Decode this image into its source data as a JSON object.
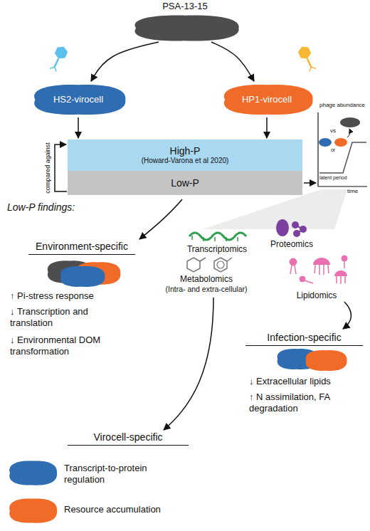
{
  "diagram": {
    "nodes": [
      {
        "text": [
          "PSA-13-15"
        ]
      },
      {
        "text": [
          "HS2-virocell"
        ]
      },
      {
        "text": [
          "HP1-virocell"
        ]
      },
      {
        "text": [
          "High-P",
          "(Howard-Varona et al 2020)"
        ]
      },
      {
        "text": [
          "Low-P"
        ]
      }
    ],
    "edges": [
      {
        "from": 0,
        "to": 1,
        "arrow": "to"
      },
      {
        "from": 0,
        "to": 2,
        "arrow": "to"
      },
      {
        "from": 1,
        "to": 3,
        "arrow": "to"
      },
      {
        "from": 2,
        "to": 3,
        "arrow": "to"
      },
      {
        "from": 4,
        "to": 3,
        "label": "compared against",
        "arrow": "to"
      }
    ],
    "labels": [
      "Low-P findings:",
      "Environment-specific",
      "↑ Pi-stress response",
      "↓ Transcription and translation",
      "↓ Environmental DOM transformation",
      "Transcriptomics",
      "Proteomics",
      "Metabolomics",
      "(Intra- and extra-cellular)",
      "Lipidomics",
      "Infection-specific",
      "↓ Extracellular lipids",
      "↑ N assimilation, FA degradation",
      "Virocell-specific",
      "Transcript-to-protein regulation",
      "Resource accumulation",
      "phage abundance",
      "or",
      "vs",
      "latent period",
      "time"
    ]
  }
}
